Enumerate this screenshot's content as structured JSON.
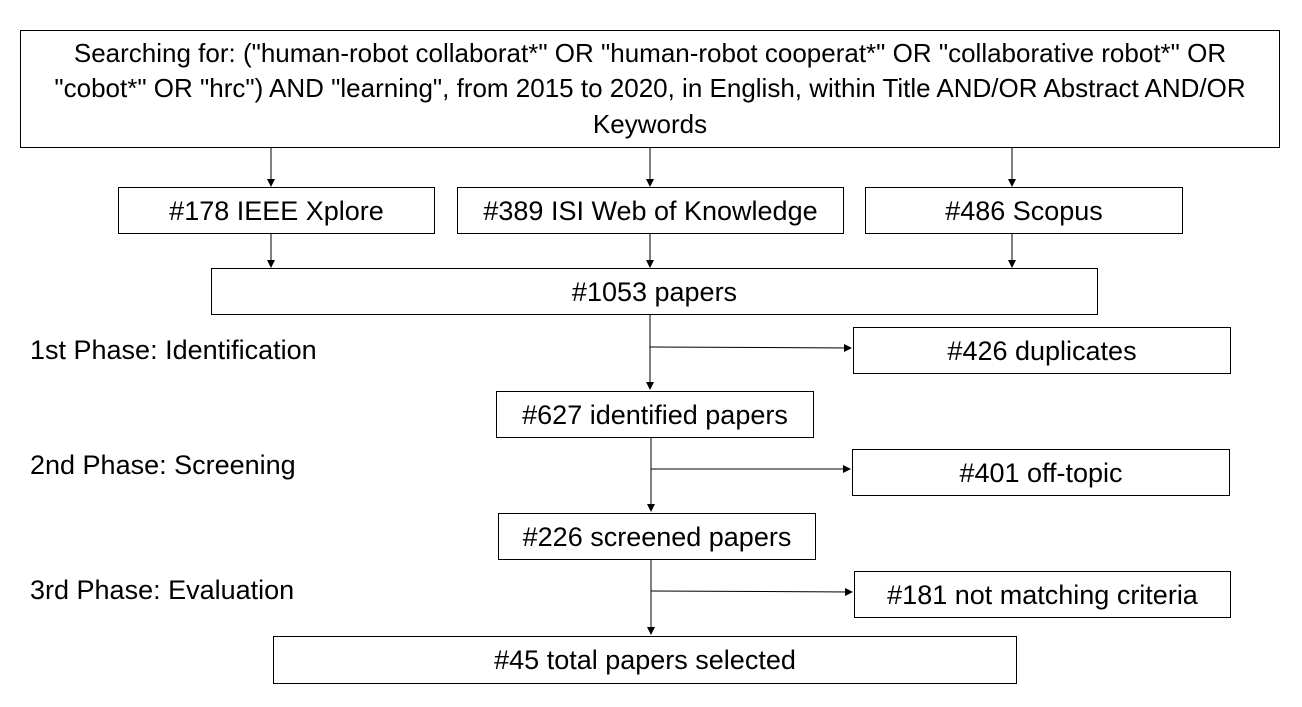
{
  "query": {
    "text": "Searching for: (\"human-robot collaborat*\" OR \"human-robot cooperat*\" OR \"collaborative robot*\" OR \"cobot*\" OR \"hrc\") AND \"learning\", from 2015 to 2020, in English, within Title AND/OR Abstract AND/OR Keywords"
  },
  "sources": {
    "ieee": "#178 IEEE Xplore",
    "isi": "#389 ISI Web of Knowledge",
    "scopus": "#486 Scopus"
  },
  "total": "#1053 papers",
  "phases": {
    "identification": {
      "label": "1st Phase: Identification",
      "excluded": "#426 duplicates",
      "result": "#627 identified papers"
    },
    "screening": {
      "label": "2nd Phase: Screening",
      "excluded": "#401 off-topic",
      "result": "#226 screened papers"
    },
    "evaluation": {
      "label": "3rd Phase: Evaluation",
      "excluded": "#181 not matching criteria",
      "result": "#45 total papers selected"
    }
  }
}
